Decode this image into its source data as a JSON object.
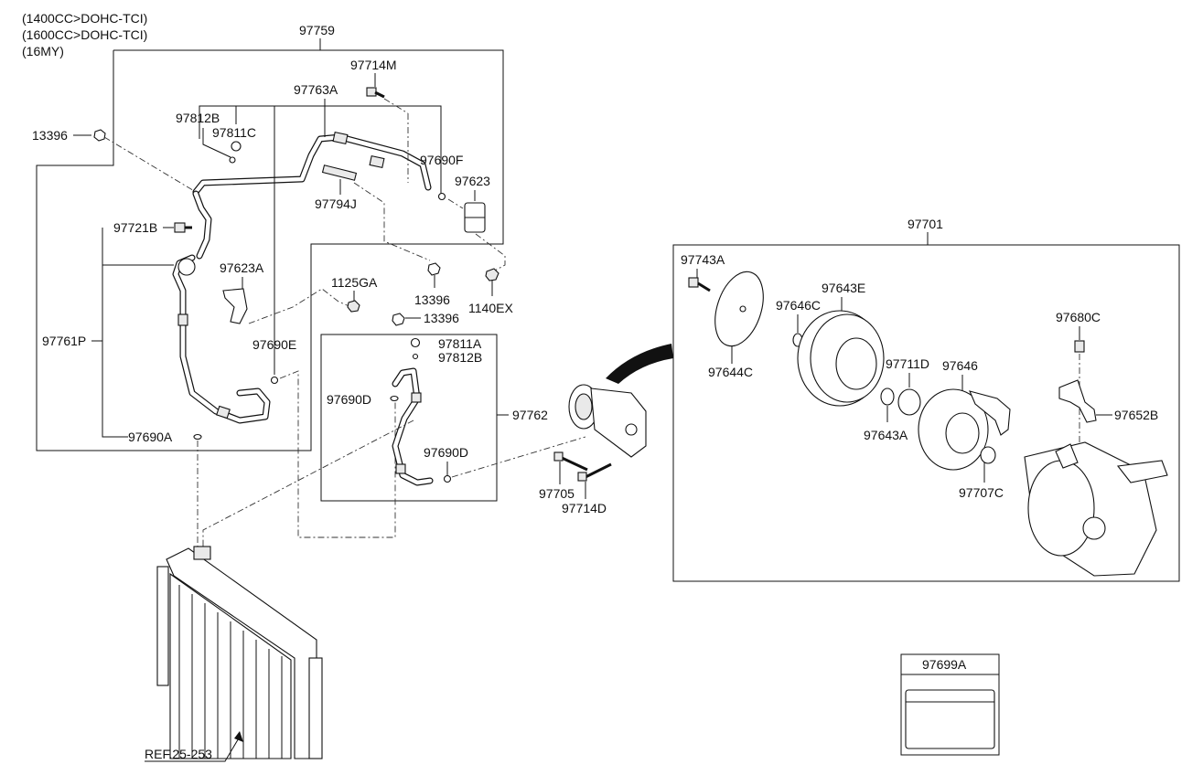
{
  "header_notes": [
    "(1400CC>DOHC-TCI)",
    "(1600CC>DOHC-TCI)",
    "(16MY)"
  ],
  "labels": {
    "p97759": "97759",
    "p97714M": "97714M",
    "p97763A": "97763A",
    "p97812B_top": "97812B",
    "p97811C": "97811C",
    "p13396_left": "13396",
    "p97690F": "97690F",
    "p97623": "97623",
    "p97794J": "97794J",
    "p97721B": "97721B",
    "p97623A": "97623A",
    "p1125GA": "1125GA",
    "p13396_mid": "13396",
    "p1140EX": "1140EX",
    "p13396_low": "13396",
    "p97761P": "97761P",
    "p97690E": "97690E",
    "p97811A": "97811A",
    "p97812B_low": "97812B",
    "p97690D_left": "97690D",
    "p97762": "97762",
    "p97690D_right": "97690D",
    "p97690A": "97690A",
    "p97705": "97705",
    "p97714D": "97714D",
    "p97701": "97701",
    "p97743A": "97743A",
    "p97643E": "97643E",
    "p97646C": "97646C",
    "p97680C": "97680C",
    "p97644C": "97644C",
    "p97711D": "97711D",
    "p97646": "97646",
    "p97643A": "97643A",
    "p97652B": "97652B",
    "p97707C": "97707C",
    "p97699A": "97699A",
    "ref": "REF.25-253"
  }
}
